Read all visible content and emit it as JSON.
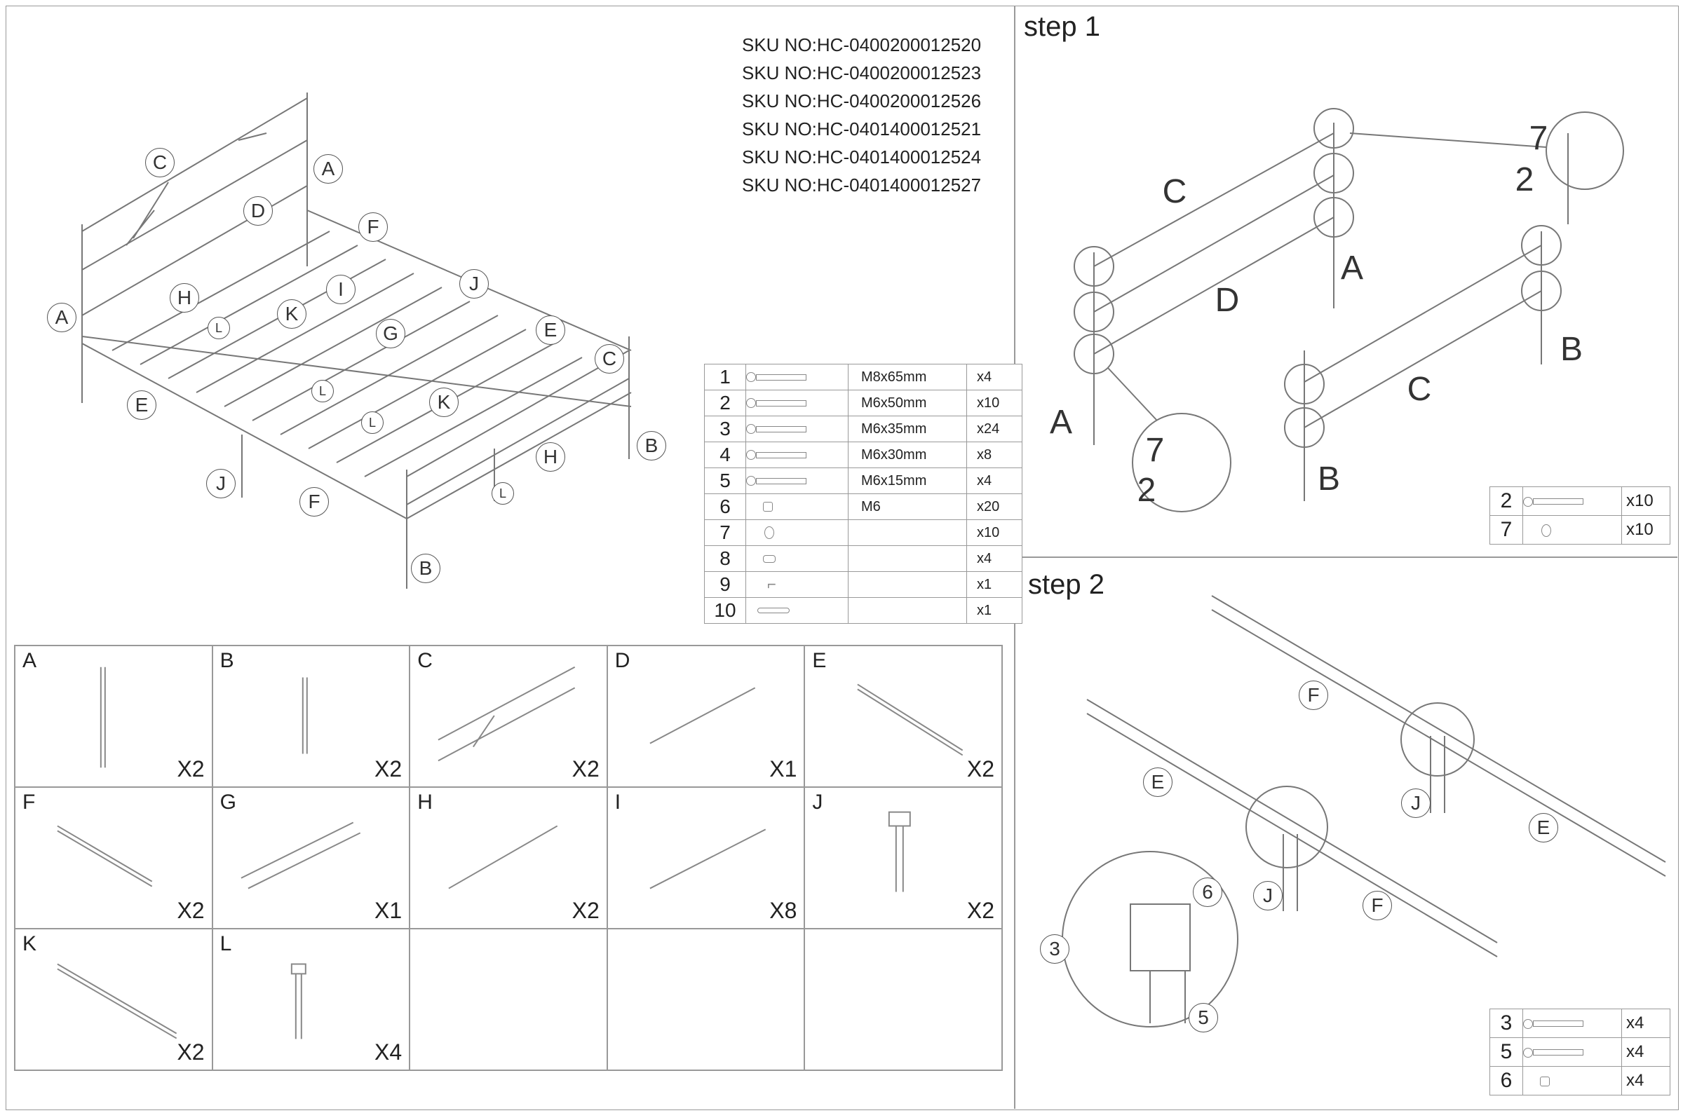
{
  "sku_list": [
    "SKU NO:HC-0400200012520",
    "SKU NO:HC-0400200012523",
    "SKU NO:HC-0400200012526",
    "SKU NO:HC-0401400012521",
    "SKU NO:HC-0401400012524",
    "SKU NO:HC-0401400012527"
  ],
  "overview_callouts": [
    "C",
    "A",
    "D",
    "F",
    "A",
    "H",
    "L",
    "K",
    "I",
    "J",
    "G",
    "E",
    "C",
    "E",
    "L",
    "L",
    "K",
    "B",
    "H",
    "J",
    "F",
    "L",
    "B"
  ],
  "hardware": [
    {
      "num": "1",
      "icon": "bolt-icon",
      "desc": "M8x65mm",
      "qty": "x4"
    },
    {
      "num": "2",
      "icon": "bolt-icon",
      "desc": "M6x50mm",
      "qty": "x10"
    },
    {
      "num": "3",
      "icon": "bolt-icon",
      "desc": "M6x35mm",
      "qty": "x24"
    },
    {
      "num": "4",
      "icon": "bolt-icon",
      "desc": "M6x30mm",
      "qty": "x8"
    },
    {
      "num": "5",
      "icon": "bolt-icon",
      "desc": "M6x15mm",
      "qty": "x4"
    },
    {
      "num": "6",
      "icon": "nut-icon",
      "desc": "M6",
      "qty": "x20"
    },
    {
      "num": "7",
      "icon": "washer-icon",
      "desc": "",
      "qty": "x10"
    },
    {
      "num": "8",
      "icon": "barrel-nut-icon",
      "desc": "",
      "qty": "x4"
    },
    {
      "num": "9",
      "icon": "allen-key-icon",
      "desc": "",
      "qty": "x1"
    },
    {
      "num": "10",
      "icon": "wrench-icon",
      "desc": "",
      "qty": "x1"
    }
  ],
  "parts": [
    {
      "letter": "A",
      "qty": "X2"
    },
    {
      "letter": "B",
      "qty": "X2"
    },
    {
      "letter": "C",
      "qty": "X2"
    },
    {
      "letter": "D",
      "qty": "X1"
    },
    {
      "letter": "E",
      "qty": "X2"
    },
    {
      "letter": "F",
      "qty": "X2"
    },
    {
      "letter": "G",
      "qty": "X1"
    },
    {
      "letter": "H",
      "qty": "X2"
    },
    {
      "letter": "I",
      "qty": "X8"
    },
    {
      "letter": "J",
      "qty": "X2"
    },
    {
      "letter": "K",
      "qty": "X2"
    },
    {
      "letter": "L",
      "qty": "X4"
    }
  ],
  "step1": {
    "title": "step 1",
    "callouts": [
      "C",
      "A",
      "D",
      "7",
      "2",
      "B",
      "C",
      "A",
      "7",
      "2",
      "B"
    ],
    "legend": [
      {
        "num": "2",
        "icon": "bolt-icon",
        "qty": "x10"
      },
      {
        "num": "7",
        "icon": "washer-icon",
        "qty": "x10"
      }
    ]
  },
  "step2": {
    "title": "step 2",
    "callouts": [
      "F",
      "J",
      "E",
      "E",
      "J",
      "F",
      "6",
      "3",
      "5"
    ],
    "legend": [
      {
        "num": "3",
        "icon": "bolt-icon",
        "qty": "x4"
      },
      {
        "num": "5",
        "icon": "bolt-icon",
        "qty": "x4"
      },
      {
        "num": "6",
        "icon": "nut-icon",
        "qty": "x4"
      }
    ]
  }
}
